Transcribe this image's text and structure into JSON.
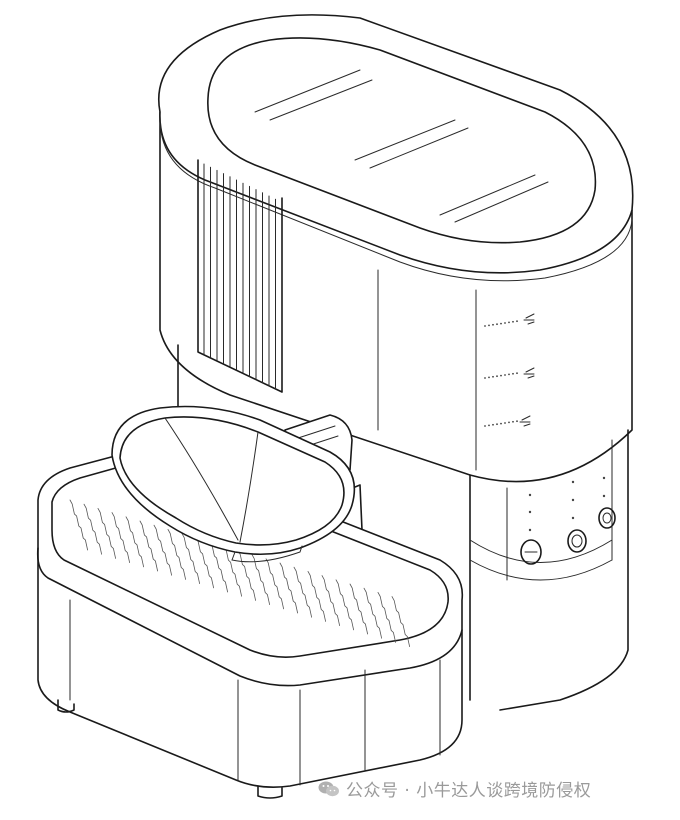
{
  "figure": {
    "kind": "patent line drawing",
    "subject": "automatic pet water/food dispenser with tank, bowl and control buttons"
  },
  "watermark": {
    "text": "公众号 · 小牛达人谈跨境防侵权",
    "icon": "wechat-icon"
  },
  "colors": {
    "line": "#1a1a1a",
    "background": "#ffffff",
    "watermark": "#9a9a9a"
  }
}
